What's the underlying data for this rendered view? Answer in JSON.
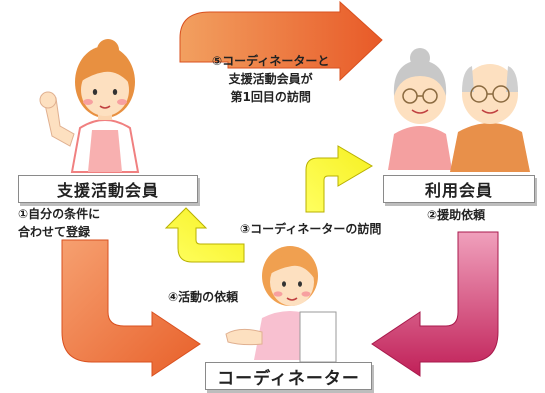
{
  "roles": {
    "supporter": "支援活動会員",
    "user": "利用会員",
    "coordinator": "コーディネーター"
  },
  "steps": {
    "step1": {
      "line1": "①自分の条件に",
      "line2": "合わせて登録"
    },
    "step2": "②援助依頼",
    "step3": "③コーディネーターの訪問",
    "step4": "④活動の依頼",
    "step5": {
      "line1": "⑤コーディネーターと",
      "line2": "支援活動会員が",
      "line3": "第1回目の訪問"
    }
  },
  "colors": {
    "arrow_orange": "#f07838",
    "arrow_yellow": "#ffff44",
    "arrow_magenta": "#c8326e"
  }
}
